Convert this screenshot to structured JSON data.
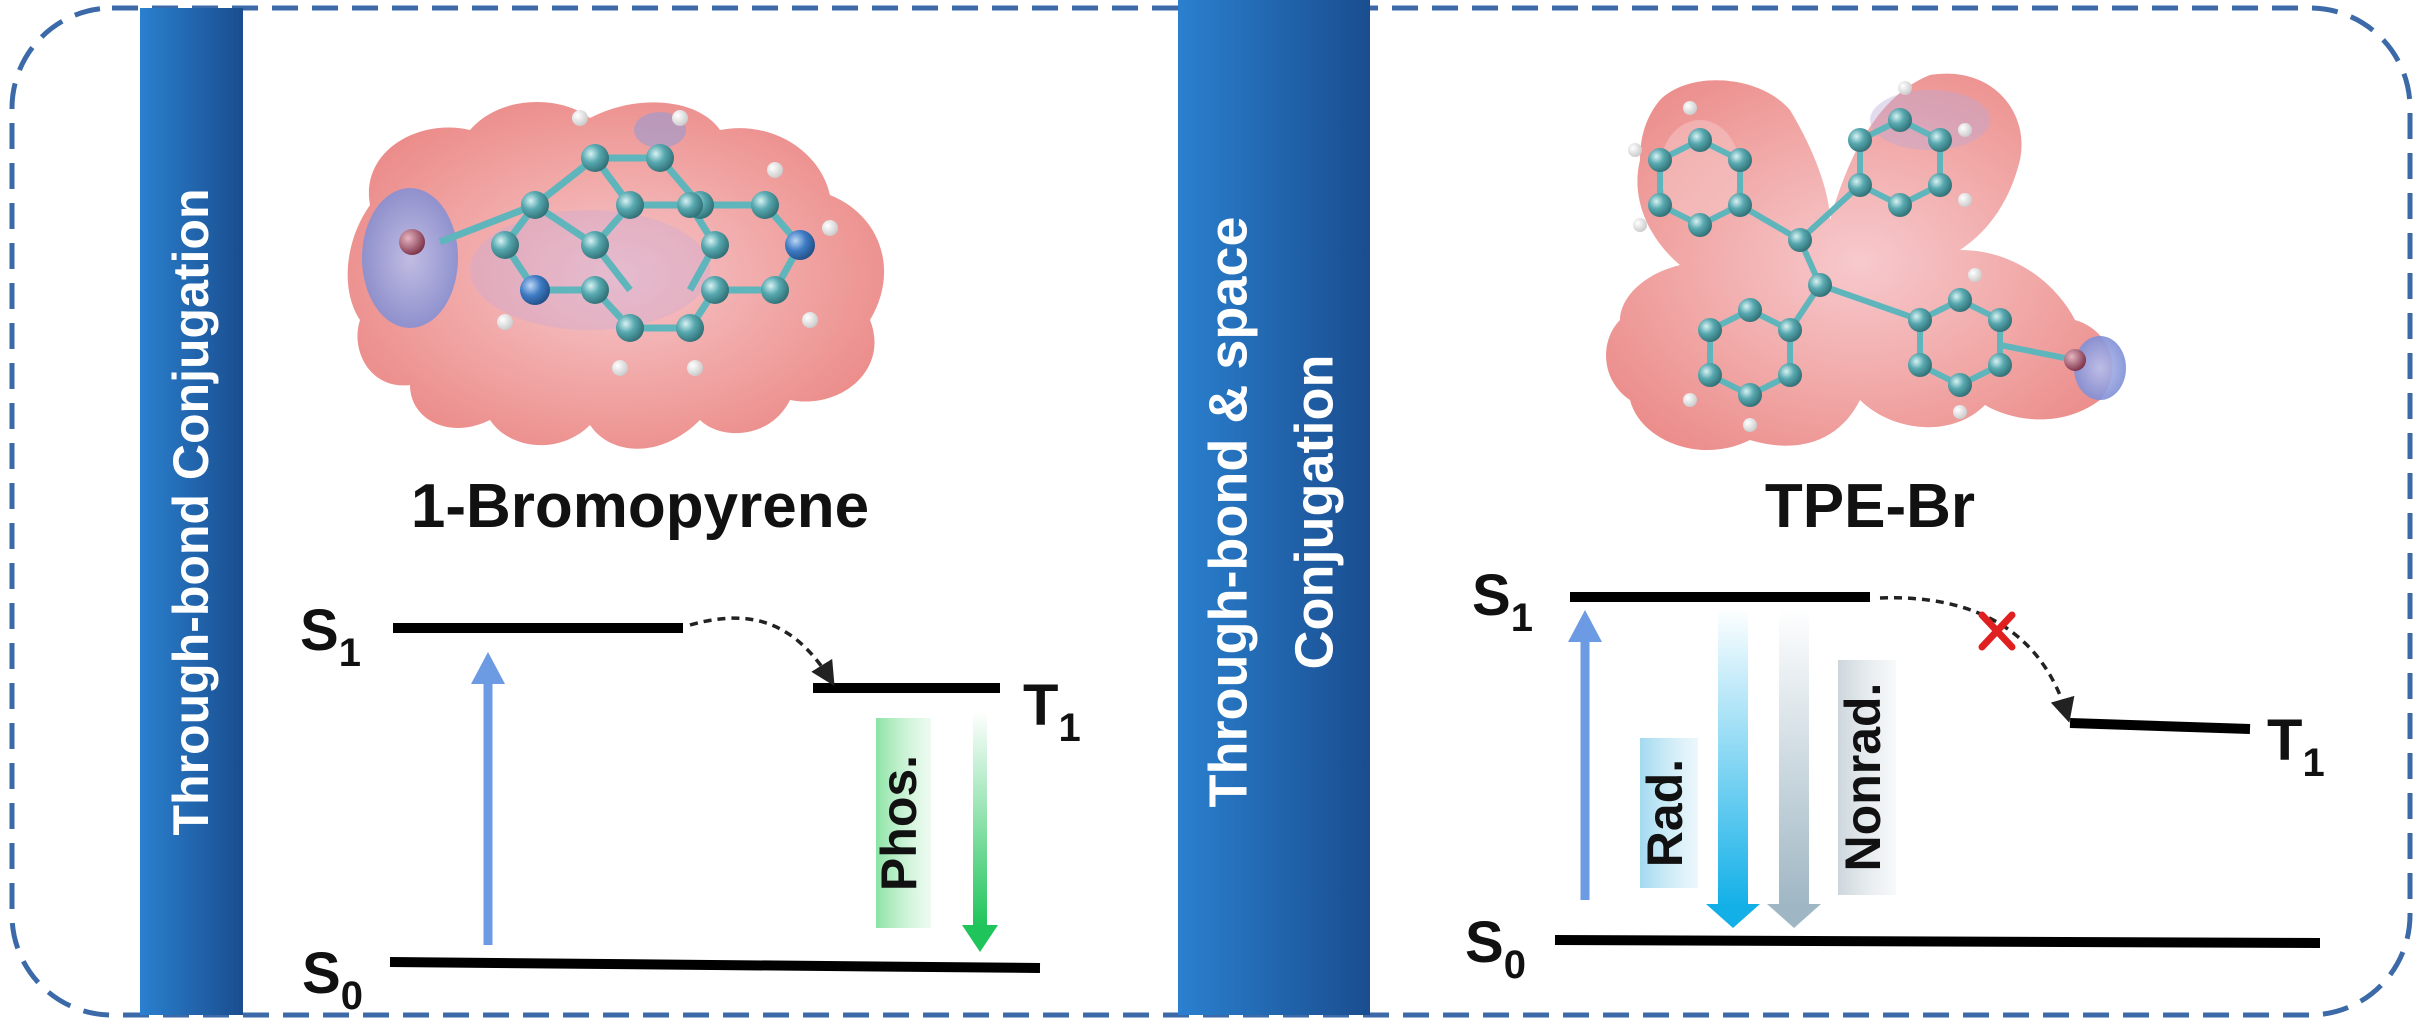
{
  "colors": {
    "frame": "#3c6aa8",
    "banner_dark": "#1a4d8f",
    "banner_light": "#2a80cf",
    "level": "#000000",
    "excitation_arrow": "#6c9be4",
    "phos_arrow": "#1fc45a",
    "rad_arrow": "#13b0e8",
    "nonrad_arrow": "#9fb7c4",
    "blocked_mark": "#e02020",
    "surface_red": "#ee8a86",
    "surface_blue": "#8f9bd8",
    "atom_carbon": "#58a9b0",
    "atom_hydrogen": "#f2f2f2",
    "atom_bromine": "#9e4860"
  },
  "left_panel": {
    "banner_text": "Through-bond Conjugation",
    "molecule_name": "1-Bromopyrene",
    "molecule_icon": "molecule-electrostatic-surface-icon",
    "levels": {
      "s1_main": "S",
      "s1_sub": "1",
      "t1_main": "T",
      "t1_sub": "1",
      "s0_main": "S",
      "s0_sub": "0"
    },
    "phos_label": "Phos."
  },
  "right_panel": {
    "banner_line1": "Through-bond & space",
    "banner_line2": "Conjugation",
    "molecule_name": "TPE-Br",
    "molecule_icon": "molecule-electrostatic-surface-icon",
    "levels": {
      "s1_main": "S",
      "s1_sub": "1",
      "t1_main": "T",
      "t1_sub": "1",
      "s0_main": "S",
      "s0_sub": "0"
    },
    "rad_label": "Rad.",
    "nonrad_label": "Nonrad.",
    "blocked_icon": "cross-icon"
  }
}
